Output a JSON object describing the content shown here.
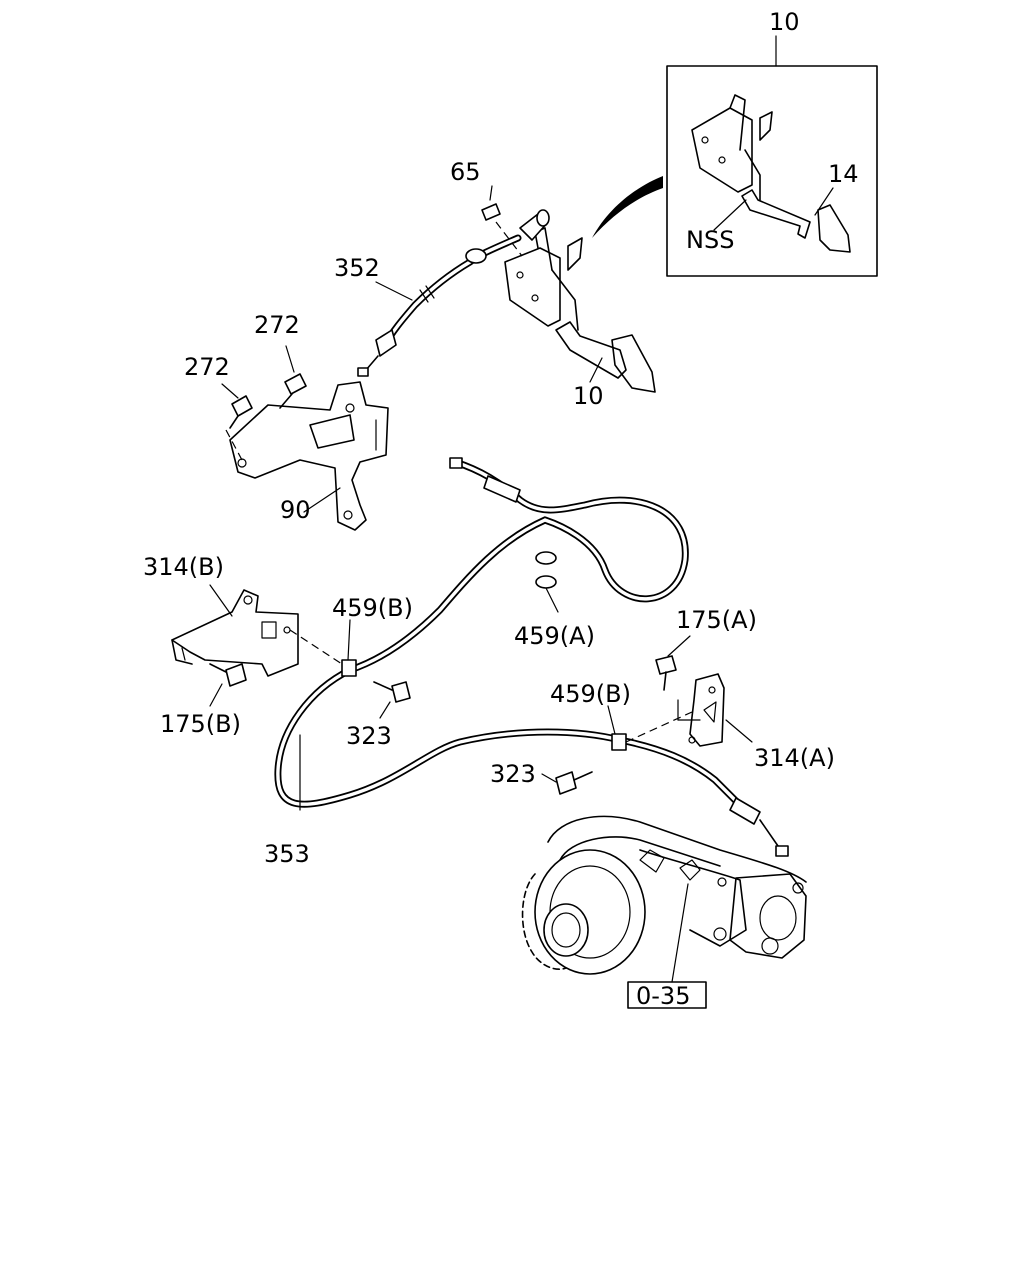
{
  "labels": {
    "assembly_10_top": "10",
    "part_14": "14",
    "nss": "NSS",
    "part_65": "65",
    "part_352": "352",
    "part_272_a": "272",
    "part_272_b": "272",
    "part_10_pedal": "10",
    "part_90": "90",
    "part_314b": "314(B)",
    "part_459b_left": "459(B)",
    "part_459a": "459(A)",
    "part_175a": "175(A)",
    "part_175b": "175(B)",
    "part_323_left": "323",
    "part_459b_right": "459(B)",
    "part_314a": "314(A)",
    "part_323_right": "323",
    "part_353": "353",
    "ref_0_35": "0-35"
  }
}
